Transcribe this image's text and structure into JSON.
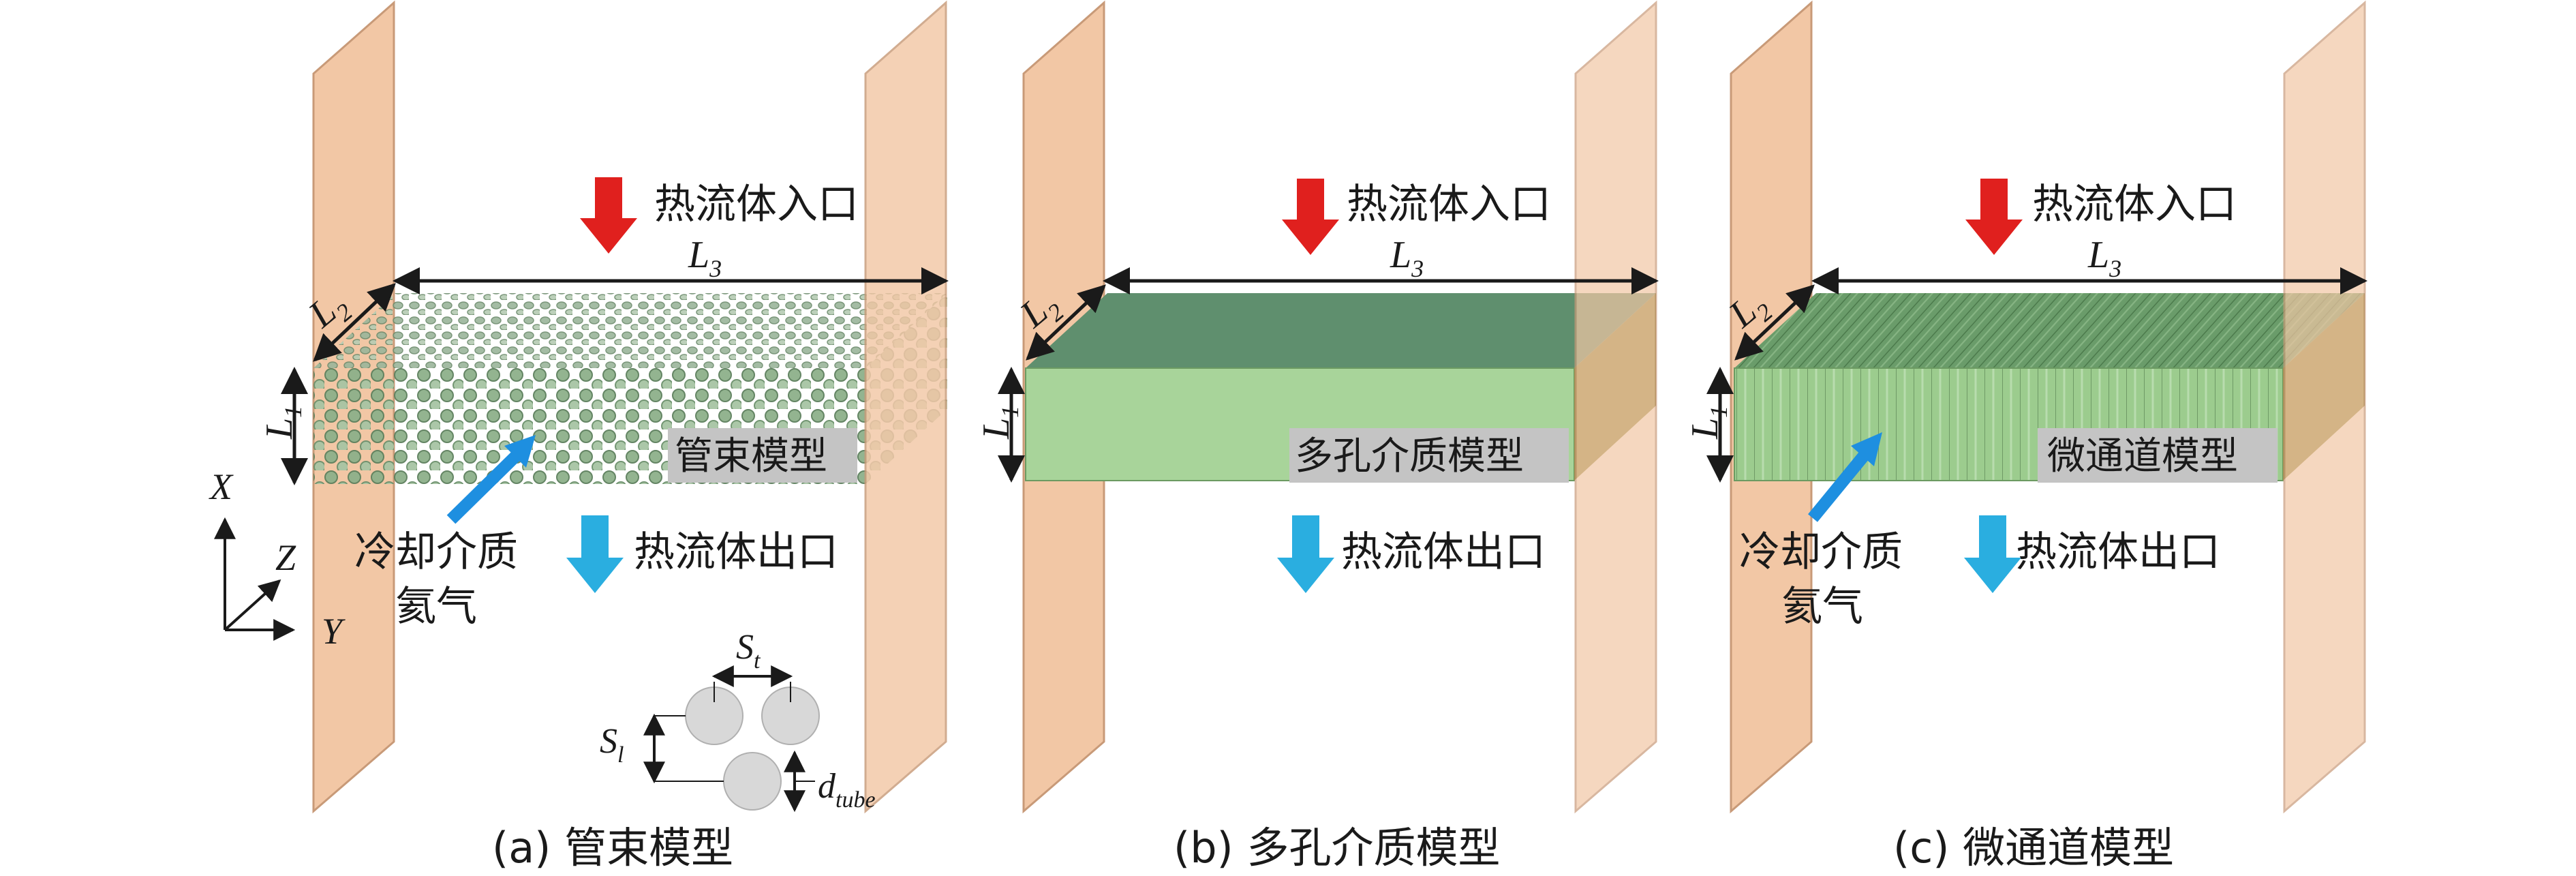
{
  "labels": {
    "hot_inlet": "热流体入口",
    "hot_outlet": "热流体出口",
    "coolant_line1": "冷却介质",
    "coolant_line2": "氦气",
    "dim_L": "L",
    "sub_1": "1",
    "sub_2": "2",
    "sub_3": "3",
    "axis_x": "X",
    "axis_y": "Y",
    "axis_z": "Z",
    "st": "S",
    "st_sub": "t",
    "sl": "S",
    "sl_sub": "l",
    "d": "d",
    "d_sub": "tube"
  },
  "panels": {
    "a": {
      "model_label": "管束模型",
      "caption": "(a) 管束模型"
    },
    "b": {
      "model_label": "多孔介质模型",
      "caption": "(b) 多孔介质模型"
    },
    "c": {
      "model_label": "微通道模型",
      "caption": "(c) 微通道模型"
    }
  },
  "colors": {
    "plate": "#f2c7a5",
    "plate_edge": "#c89a78",
    "inlet_arrow": "#e0201e",
    "outlet_arrow": "#2aaee0",
    "coolant_arrow": "#1e8fe0",
    "porous_top": "#5f8f6e",
    "porous_front": "#a8d49a",
    "micro_top": "#6aa36e",
    "micro_front": "#98c98a",
    "tube": "#7aa07a",
    "label_bg": "#c4c4c4"
  }
}
